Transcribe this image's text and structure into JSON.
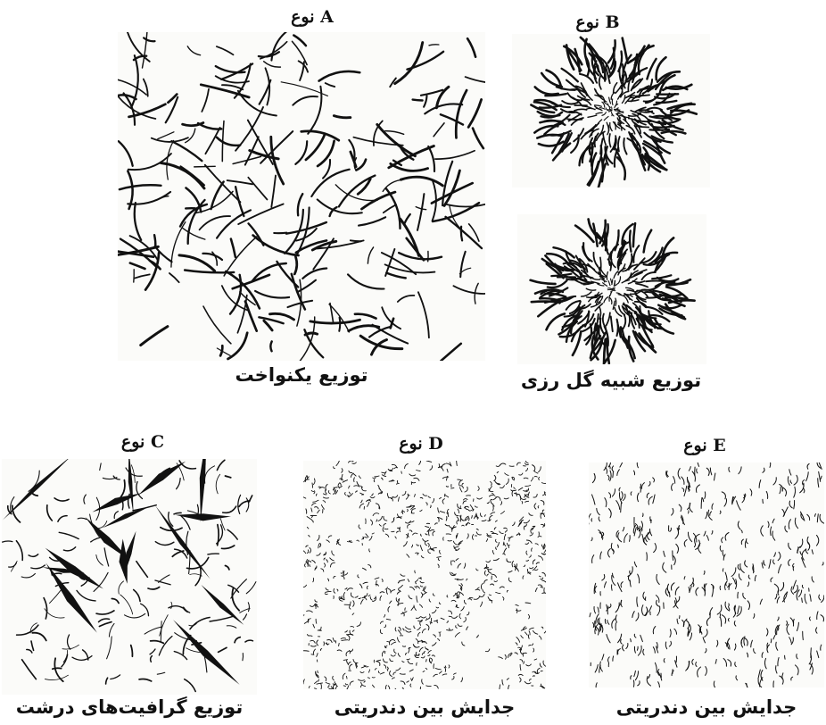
{
  "figures": [
    {
      "id": "A",
      "title": "نوع A",
      "caption": "توزیع یکنواخت",
      "pattern": "uniform"
    },
    {
      "id": "B",
      "title": "نوع B",
      "caption": "توزیع شبیه گل رزی",
      "pattern": "rosette"
    },
    {
      "id": "C",
      "title": "نوع C",
      "caption": "توزیع گرافیت‌های درشت",
      "pattern": "coarse"
    },
    {
      "id": "D",
      "title": "نوع D",
      "caption": "جدایش بین دندریتی",
      "pattern": "interdendritic-random"
    },
    {
      "id": "E",
      "title": "نوع E",
      "caption": "جدایش بین دندریتی",
      "pattern": "interdendritic-oriented"
    }
  ],
  "colors": {
    "ink": "#111111",
    "background": "#ffffff",
    "panel": "#fbfbf9"
  }
}
